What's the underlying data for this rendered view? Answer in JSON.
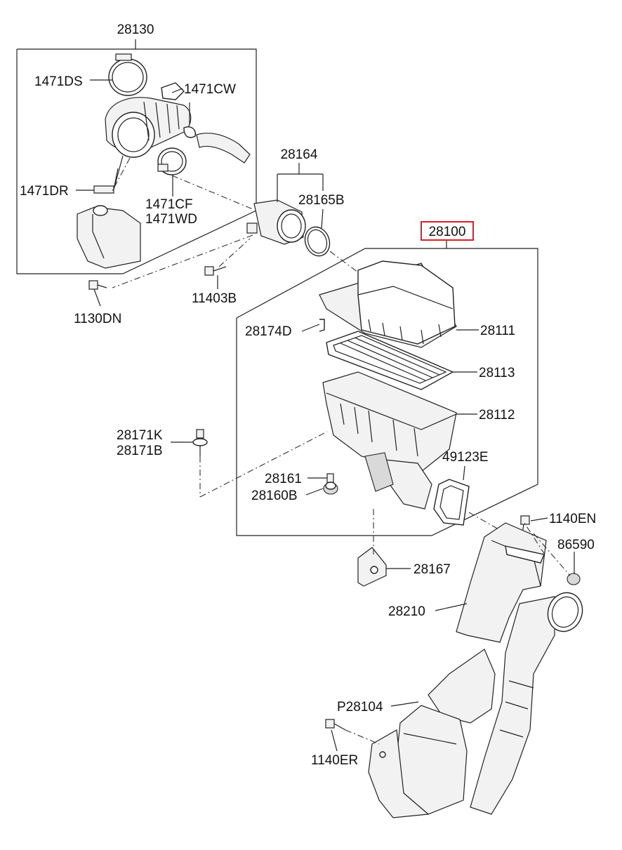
{
  "labels": {
    "l28130": "28130",
    "l1471DS": "1471DS",
    "l1471CW": "1471CW",
    "l1471DR": "1471DR",
    "l1471CF": "1471CF",
    "l1471WD": "1471WD",
    "l28164": "28164",
    "l28165B": "28165B",
    "l11403B": "11403B",
    "l1130DN": "1130DN",
    "l28100": "28100",
    "l28174D": "28174D",
    "l28111": "28111",
    "l28113": "28113",
    "l28112": "28112",
    "l28171K": "28171K",
    "l28171B": "28171B",
    "l28161": "28161",
    "l28160B": "28160B",
    "l49123E": "49123E",
    "l1140EN": "1140EN",
    "l86590": "86590",
    "l28167": "28167",
    "l28210": "28210",
    "lP28104": "P28104",
    "l1140ER": "1140ER"
  },
  "highlight": {
    "part": "28100",
    "color": "#d6202a"
  }
}
